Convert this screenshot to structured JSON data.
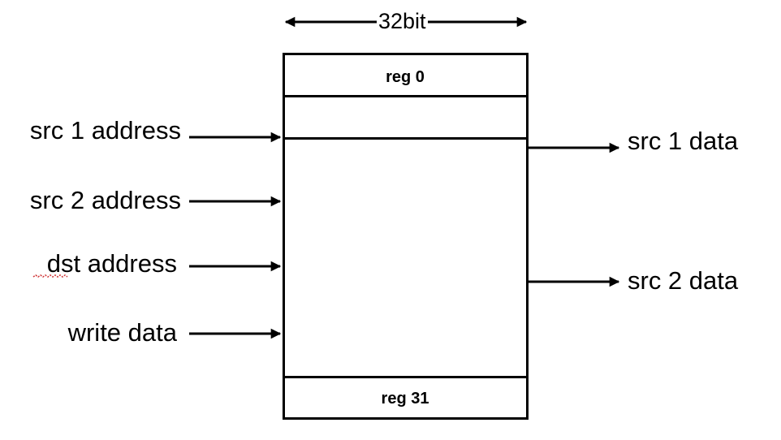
{
  "diagram": {
    "width_label": "32bit",
    "registers": {
      "top": "reg 0",
      "bottom": "reg 31"
    },
    "inputs": [
      {
        "label": "src 1 address"
      },
      {
        "label": "src 2 address"
      },
      {
        "label": "dst address"
      },
      {
        "label": "write data"
      }
    ],
    "outputs": [
      {
        "label": "src 1 data"
      },
      {
        "label": "src 2 data"
      }
    ],
    "colors": {
      "stroke": "#000000",
      "background": "#ffffff",
      "spellcheck_underline": "#d0383a"
    }
  }
}
